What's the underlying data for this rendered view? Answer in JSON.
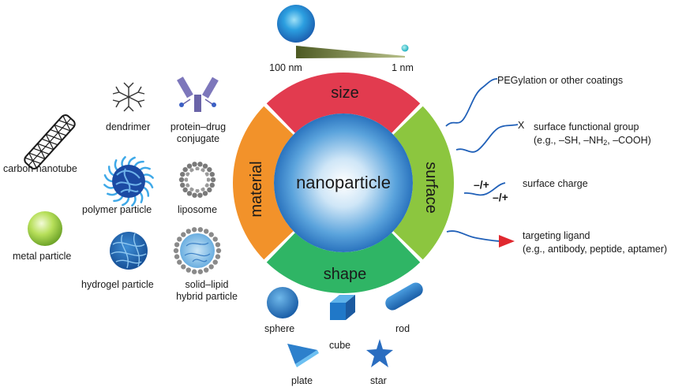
{
  "center": {
    "label": "nanoparticle"
  },
  "ring": {
    "size": "size",
    "surface": "surface",
    "shape": "shape",
    "material": "material",
    "colors": {
      "size": "#e23b4f",
      "surface": "#8cc63f",
      "shape": "#2fb565",
      "material": "#f2922a"
    }
  },
  "size_scale": {
    "large_label": "100 nm",
    "small_label": "1 nm"
  },
  "materials": {
    "carbon_nanotube": "carbon nanotube",
    "dendrimer": "dendrimer",
    "protein_drug_conjugate": [
      "protein–drug",
      "conjugate"
    ],
    "polymer_particle": "polymer particle",
    "liposome": "liposome",
    "metal_particle": "metal particle",
    "hydrogel_particle": "hydrogel particle",
    "solid_lipid_hybrid": [
      "solid–lipid",
      "hybrid particle"
    ]
  },
  "surface_features": {
    "coatings": "PEGylation or other coatings",
    "functional_group": {
      "marker": "X",
      "title": "surface functional group",
      "prefix": "(e.g., –SH, –NH",
      "sub": "2",
      "suffix": ", –COOH)"
    },
    "charge": {
      "label": "surface charge",
      "symbol": "–/+"
    },
    "ligand": {
      "title": "targeting ligand",
      "examples": "(e.g., antibody, peptide, aptamer)"
    }
  },
  "shapes": {
    "sphere": "sphere",
    "cube": "cube",
    "rod": "rod",
    "plate": "plate",
    "star": "star"
  }
}
